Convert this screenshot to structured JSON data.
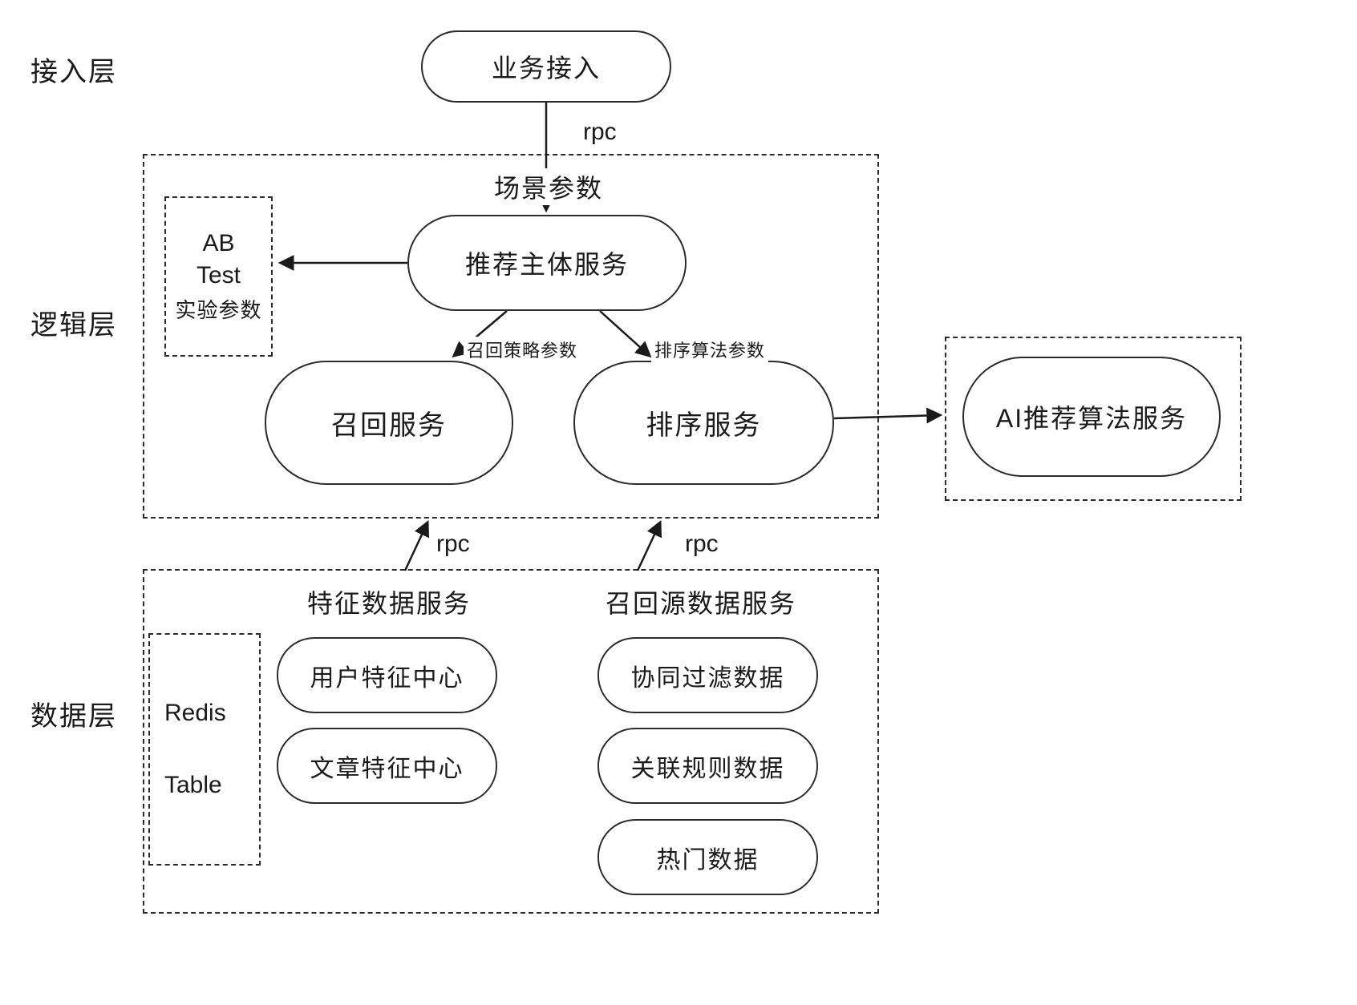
{
  "layers": {
    "access": {
      "label": "接入层"
    },
    "logic": {
      "label": "逻辑层"
    },
    "data": {
      "label": "数据层"
    }
  },
  "nodes": {
    "business_access": {
      "label": "业务接入"
    },
    "recommend_main": {
      "label": "推荐主体服务"
    },
    "ab_test": {
      "line1": "AB",
      "line2": "Test",
      "line3": "实验参数"
    },
    "recall_service": {
      "label": "召回服务"
    },
    "rank_service": {
      "label": "排序服务"
    },
    "ai_service": {
      "label": "AI推荐算法服务"
    },
    "redis_table": {
      "line1": "Redis",
      "line2": "Table"
    },
    "user_feature": {
      "label": "用户特征中心"
    },
    "article_feature": {
      "label": "文章特征中心"
    },
    "cf_data": {
      "label": "协同过滤数据"
    },
    "assoc_rule_data": {
      "label": "关联规则数据"
    },
    "hot_data": {
      "label": "热门数据"
    }
  },
  "group_titles": {
    "feature_data_service": "特征数据服务",
    "recall_source_service": "召回源数据服务"
  },
  "edge_labels": {
    "rpc_top": "rpc",
    "scene_params": "场景参数",
    "recall_strategy_params": "召回策略参数",
    "rank_algo_params": "排序算法参数",
    "rpc_feature": "rpc",
    "rpc_recall_source": "rpc"
  },
  "colors": {
    "line": "#1a1a1a",
    "text": "#1a1a1a",
    "background": "#ffffff"
  }
}
